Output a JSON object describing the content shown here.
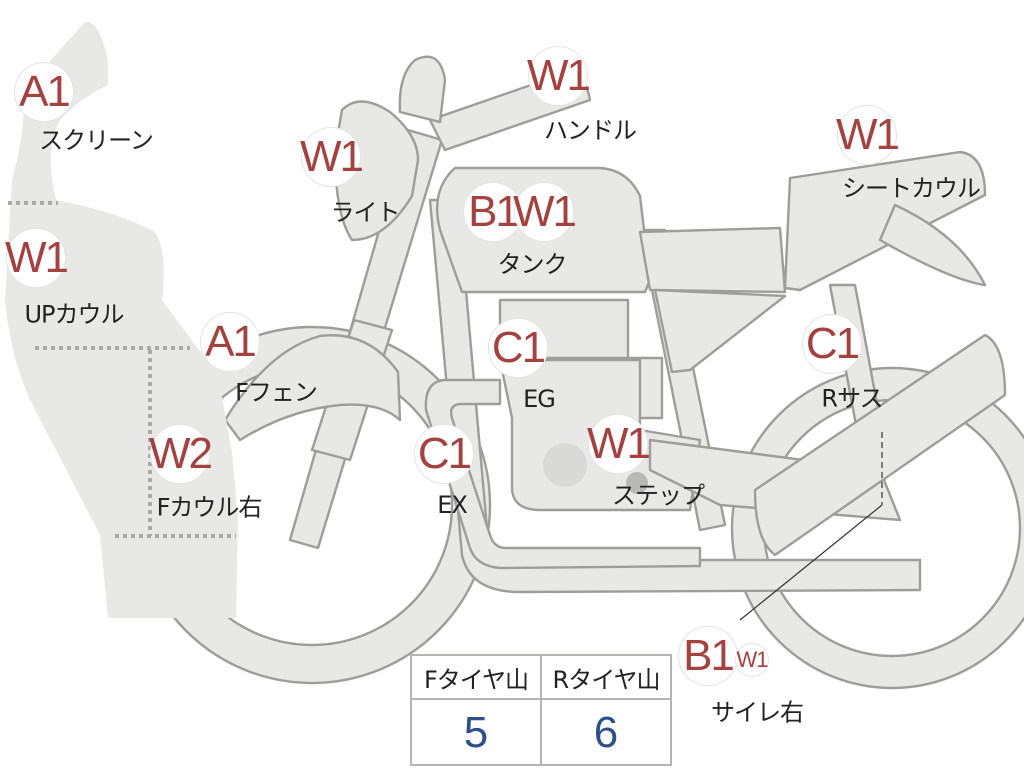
{
  "parts": [
    {
      "id": "screen",
      "codes": [
        "A1"
      ],
      "label": "スクリーン"
    },
    {
      "id": "up-cowl",
      "codes": [
        "W1"
      ],
      "label": "UPカウル"
    },
    {
      "id": "light",
      "codes": [
        "W1"
      ],
      "label": "ライト"
    },
    {
      "id": "handle",
      "codes": [
        "W1"
      ],
      "label": "ハンドル"
    },
    {
      "id": "seat-cowl",
      "codes": [
        "W1"
      ],
      "label": "シートカウル"
    },
    {
      "id": "tank",
      "codes": [
        "B1",
        "W1"
      ],
      "label": "タンク"
    },
    {
      "id": "f-fender",
      "codes": [
        "A1"
      ],
      "label": "Fフェン"
    },
    {
      "id": "engine",
      "codes": [
        "C1"
      ],
      "label": "EG"
    },
    {
      "id": "r-suspension",
      "codes": [
        "C1"
      ],
      "label": "Rサス"
    },
    {
      "id": "f-cowl-right",
      "codes": [
        "W2"
      ],
      "label": "Fカウル右"
    },
    {
      "id": "exhaust",
      "codes": [
        "C1"
      ],
      "label": "EX"
    },
    {
      "id": "step",
      "codes": [
        "W1"
      ],
      "label": "ステップ"
    },
    {
      "id": "silencer-right",
      "codes": [
        "B1",
        "W1"
      ],
      "label": "サイレ右"
    }
  ],
  "tread": {
    "front_label": "Fタイヤ山",
    "rear_label": "Rタイヤ山",
    "front_value": "5",
    "rear_value": "6"
  },
  "colors": {
    "code": "#a3423f",
    "tread_value": "#2f4f8a",
    "part_fill": "#e8e8e6",
    "part_stroke": "#9d9d9b"
  }
}
